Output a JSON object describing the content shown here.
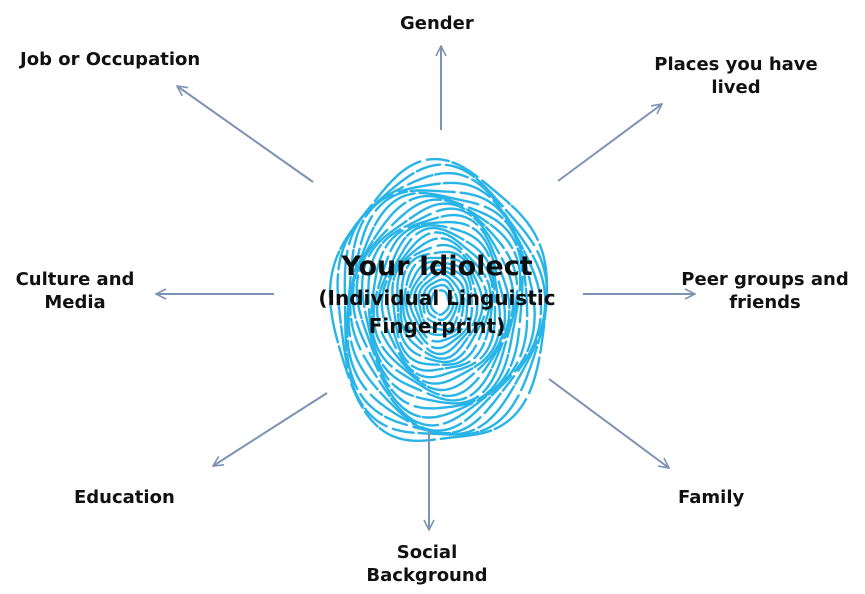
{
  "center": {
    "title": "Your Idiolect",
    "subtitle_line1": "(Individual Linguistic",
    "subtitle_line2": "Fingerprint)"
  },
  "factors": {
    "gender": "Gender",
    "job": "Job or Occupation",
    "places_line1": "Places you have",
    "places_line2": "lived",
    "culture_line1": "Culture and",
    "culture_line2": "Media",
    "peers_line1": "Peer groups and",
    "peers_line2": "friends",
    "education": "Education",
    "social_line1": "Social",
    "social_line2": "Background",
    "family": "Family"
  },
  "colors": {
    "fingerprint": "#29b4e8",
    "arrow": "#7d93b3",
    "text": "#111111"
  },
  "icons": {
    "center": "fingerprint-icon"
  }
}
